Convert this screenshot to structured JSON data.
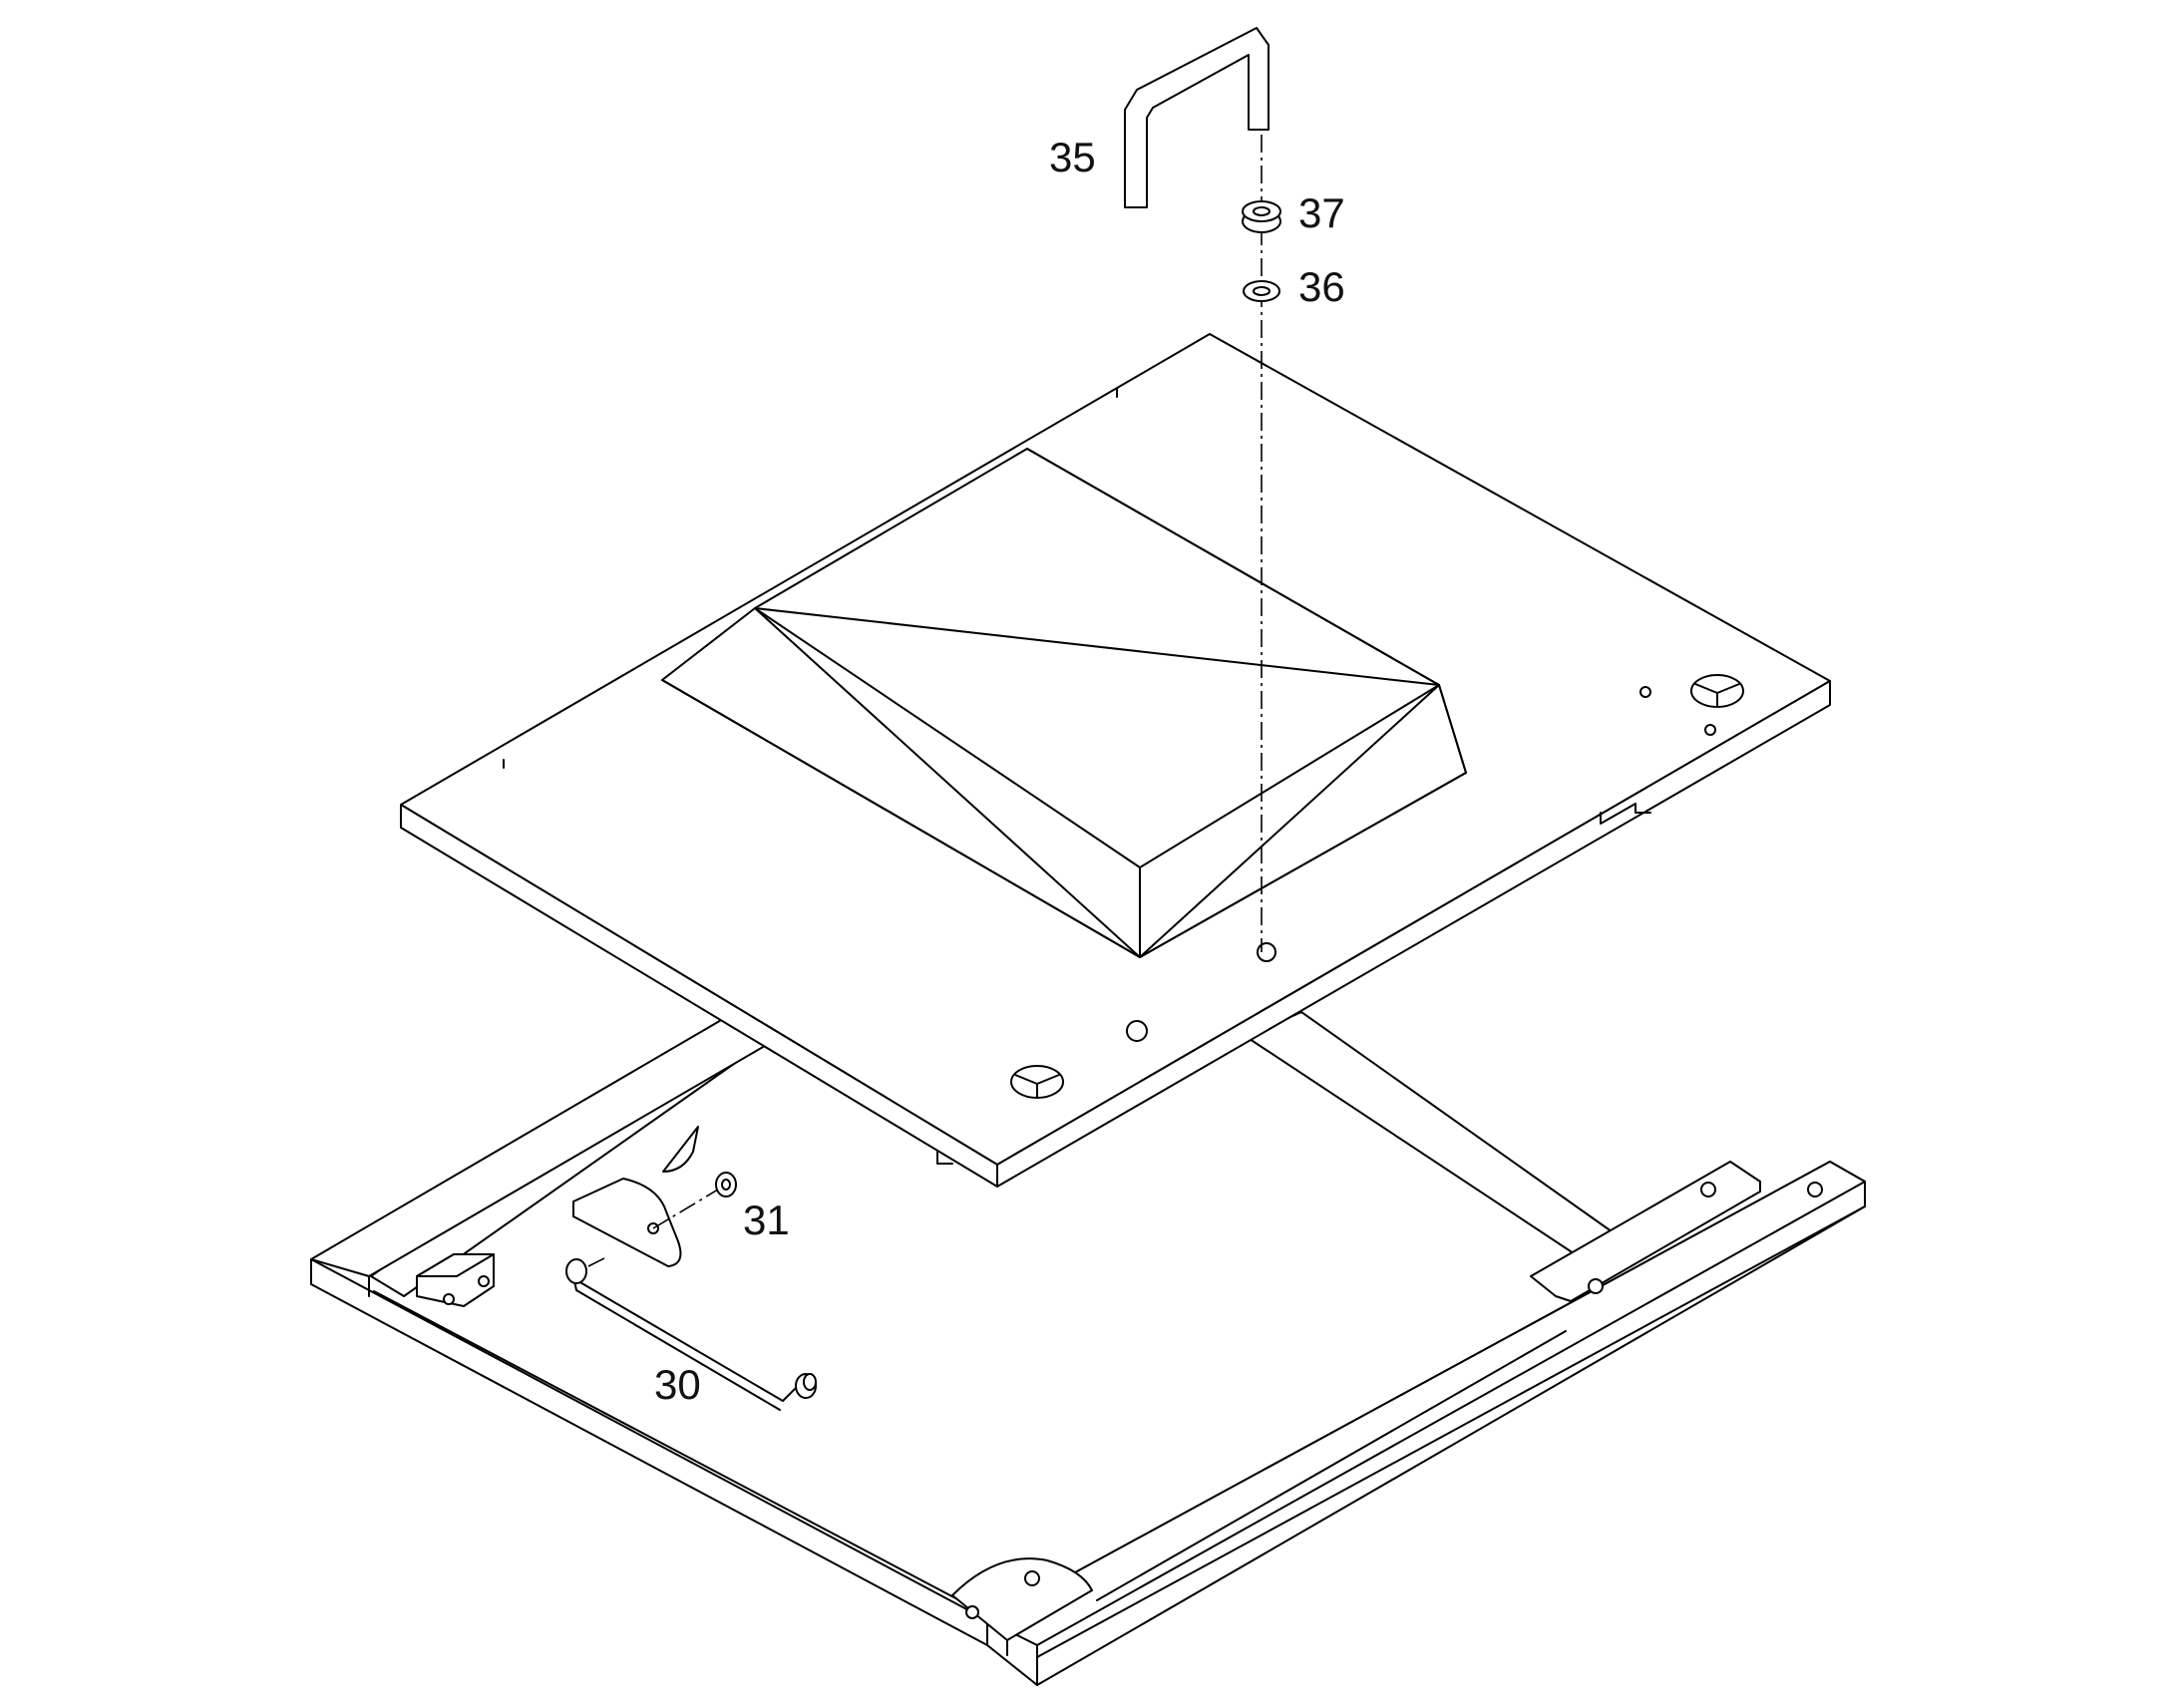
{
  "callouts": [
    {
      "id": "35",
      "label": "35"
    },
    {
      "id": "37",
      "label": "37"
    },
    {
      "id": "36",
      "label": "36"
    },
    {
      "id": "31",
      "label": "31"
    },
    {
      "id": "30",
      "label": "30"
    }
  ],
  "colors": {
    "line": "#000000",
    "background": "#ffffff",
    "text": "#111111"
  }
}
